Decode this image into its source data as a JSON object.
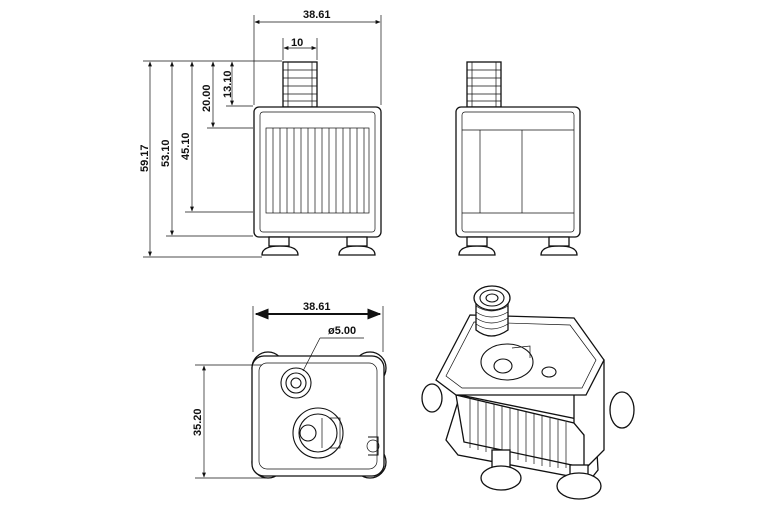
{
  "dimensions": {
    "front_width": "38.61",
    "nozzle_width": "10",
    "nozzle_height": "13.10",
    "h_20": "20.00",
    "h_45": "45.10",
    "h_53": "53.10",
    "h_59": "59.17",
    "top_width": "38.61",
    "outlet_diameter": "ø5.00",
    "top_depth": "35.20"
  }
}
